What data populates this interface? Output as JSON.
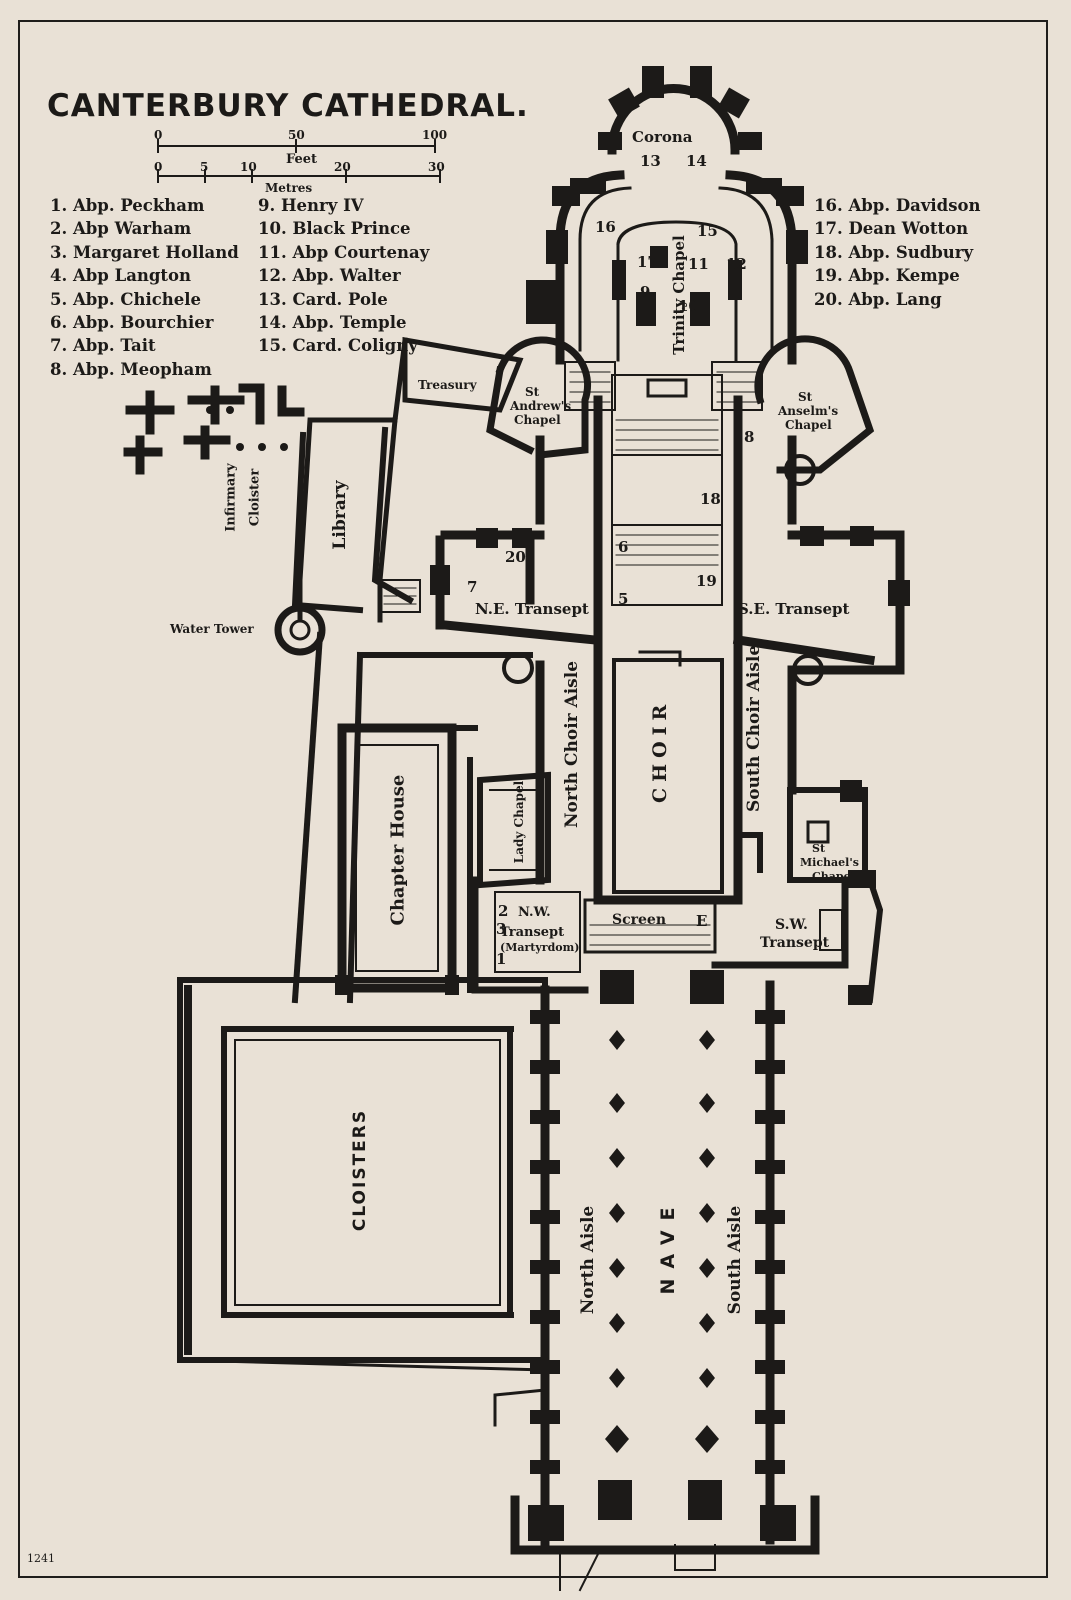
{
  "title": "CANTERBURY CATHEDRAL.",
  "scale": {
    "feet_ticks": [
      "0",
      "50",
      "100"
    ],
    "feet_label": "Feet",
    "metre_ticks": [
      "0",
      "5",
      "10",
      "20",
      "30"
    ],
    "metres_label": "Metres"
  },
  "legend": {
    "col1": [
      "1. Abp. Peckham",
      "2. Abp Warham",
      "3. Margaret Holland",
      "4. Abp Langton",
      "5. Abp. Chichele",
      "6. Abp. Bourchier",
      "7. Abp. Tait",
      "8. Abp. Meopham"
    ],
    "col2": [
      "9. Henry IV",
      "10. Black Prince",
      "11. Abp Courtenay",
      "12. Abp. Walter",
      "13. Card. Pole",
      "14. Abp. Temple",
      "15. Card. Coligny"
    ],
    "col3": [
      "16. Abp. Davidson",
      "17. Dean Wotton",
      "18. Abp. Sudbury",
      "19. Abp. Kempe",
      "20. Abp. Lang"
    ]
  },
  "places": {
    "corona": "Corona",
    "trinity": "Trinity Chapel",
    "treasury": "Treasury",
    "st_andrews_1": "St",
    "st_andrews_2": "Andrew's",
    "st_andrews_3": "Chapel",
    "st_anselms_1": "St",
    "st_anselms_2": "Anselm's",
    "st_anselms_3": "Chapel",
    "infirmary_1": "Infirmary",
    "infirmary_2": "Cloister",
    "library": "Library",
    "water_tower": "Water Tower",
    "ne_transept": "N.E. Transept",
    "se_transept": "S.E. Transept",
    "north_choir_aisle": "North Choir Aisle",
    "south_choir_aisle": "South Choir Aisle",
    "choir": "CHOIR",
    "chapter_house": "Chapter House",
    "lady_chapel": "Lady Chapel",
    "st_michaels_1": "St",
    "st_michaels_2": "Michael's",
    "st_michaels_3": "Chapel",
    "nw_transept_1": "N.W.",
    "nw_transept_2": "Transept",
    "nw_transept_3": "(Martyrdom)",
    "screen": "Screen",
    "sw_transept_1": "S.W.",
    "sw_transept_2": "Transept",
    "cloisters": "CLOISTERS",
    "north_aisle": "North Aisle",
    "nave": "NAVE",
    "south_aisle": "South Aisle"
  },
  "plan_numbers": {
    "n13": "13",
    "n14": "14",
    "n15": "15",
    "n16": "16",
    "n17": "17",
    "n11": "11",
    "n12": "12",
    "n9": "9",
    "n10": "10",
    "n8": "8",
    "n18": "18",
    "n6": "6",
    "n20": "20",
    "n7": "7",
    "n5": "5",
    "n19": "19",
    "n2": "2",
    "n3": "3",
    "n1": "1",
    "n4": "E"
  },
  "plate_number": "1241"
}
